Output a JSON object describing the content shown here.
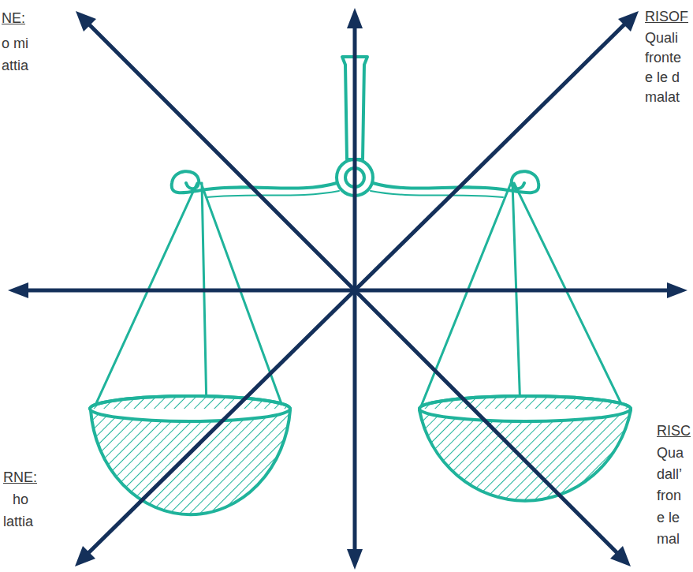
{
  "diagram": {
    "labels": [
      "NE:",
      "o mi",
      "attia",
      "RISOF",
      "Quali",
      "fronte",
      "e le d",
      "malat",
      "RNE:",
      "ho",
      "lattia",
      "RISC",
      "Qua",
      "dall’",
      "fron",
      "e le",
      "mal"
    ]
  }
}
